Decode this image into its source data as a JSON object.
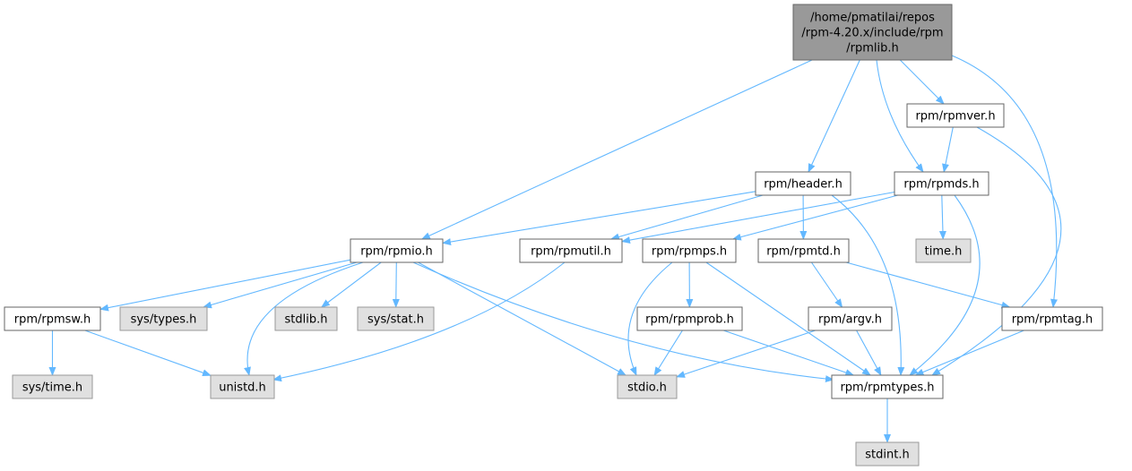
{
  "colors": {
    "edge": "#63b8ff",
    "node_border": "#666666",
    "node_fill": "#ffffff",
    "root_fill": "#999999",
    "system_fill": "#e0e0e0",
    "system_border": "#999999",
    "text": "#000000"
  },
  "nodes": [
    {
      "id": "rpmlib",
      "kind": "root",
      "lines": [
        "/home/pmatilai/repos",
        "/rpm-4.20.x/include/rpm",
        "/rpmlib.h"
      ]
    },
    {
      "id": "rpmver",
      "kind": "file",
      "lines": [
        "rpm/rpmver.h"
      ]
    },
    {
      "id": "header",
      "kind": "file",
      "lines": [
        "rpm/header.h"
      ]
    },
    {
      "id": "rpmds",
      "kind": "file",
      "lines": [
        "rpm/rpmds.h"
      ]
    },
    {
      "id": "time_h",
      "kind": "system",
      "lines": [
        "time.h"
      ]
    },
    {
      "id": "rpmio",
      "kind": "file",
      "lines": [
        "rpm/rpmio.h"
      ]
    },
    {
      "id": "rpmutil",
      "kind": "file",
      "lines": [
        "rpm/rpmutil.h"
      ]
    },
    {
      "id": "rpmps",
      "kind": "file",
      "lines": [
        "rpm/rpmps.h"
      ]
    },
    {
      "id": "rpmtd",
      "kind": "file",
      "lines": [
        "rpm/rpmtd.h"
      ]
    },
    {
      "id": "rpmsw",
      "kind": "file",
      "lines": [
        "rpm/rpmsw.h"
      ]
    },
    {
      "id": "systypes",
      "kind": "system",
      "lines": [
        "sys/types.h"
      ]
    },
    {
      "id": "stdlib",
      "kind": "system",
      "lines": [
        "stdlib.h"
      ]
    },
    {
      "id": "sysstat",
      "kind": "system",
      "lines": [
        "sys/stat.h"
      ]
    },
    {
      "id": "rpmprob",
      "kind": "file",
      "lines": [
        "rpm/rpmprob.h"
      ]
    },
    {
      "id": "argv",
      "kind": "file",
      "lines": [
        "rpm/argv.h"
      ]
    },
    {
      "id": "rpmtag",
      "kind": "file",
      "lines": [
        "rpm/rpmtag.h"
      ]
    },
    {
      "id": "systime",
      "kind": "system",
      "lines": [
        "sys/time.h"
      ]
    },
    {
      "id": "unistd",
      "kind": "system",
      "lines": [
        "unistd.h"
      ]
    },
    {
      "id": "stdio",
      "kind": "system",
      "lines": [
        "stdio.h"
      ]
    },
    {
      "id": "rpmtypes",
      "kind": "file",
      "lines": [
        "rpm/rpmtypes.h"
      ]
    },
    {
      "id": "stdint",
      "kind": "system",
      "lines": [
        "stdint.h"
      ]
    }
  ],
  "edges": [
    [
      "rpmlib",
      "rpmio"
    ],
    [
      "rpmlib",
      "header"
    ],
    [
      "rpmlib",
      "rpmds"
    ],
    [
      "rpmlib",
      "rpmver"
    ],
    [
      "rpmlib",
      "rpmtag"
    ],
    [
      "rpmver",
      "rpmds"
    ],
    [
      "rpmver",
      "rpmtypes"
    ],
    [
      "header",
      "rpmio"
    ],
    [
      "header",
      "rpmutil"
    ],
    [
      "header",
      "rpmtd"
    ],
    [
      "header",
      "rpmtypes"
    ],
    [
      "rpmds",
      "rpmutil"
    ],
    [
      "rpmds",
      "rpmps"
    ],
    [
      "rpmds",
      "time_h"
    ],
    [
      "rpmds",
      "rpmtypes"
    ],
    [
      "rpmio",
      "rpmsw"
    ],
    [
      "rpmio",
      "systypes"
    ],
    [
      "rpmio",
      "stdlib"
    ],
    [
      "rpmio",
      "sysstat"
    ],
    [
      "rpmio",
      "unistd"
    ],
    [
      "rpmio",
      "stdio"
    ],
    [
      "rpmio",
      "rpmtypes"
    ],
    [
      "rpmutil",
      "unistd"
    ],
    [
      "rpmps",
      "stdio"
    ],
    [
      "rpmps",
      "rpmprob"
    ],
    [
      "rpmps",
      "rpmtypes"
    ],
    [
      "rpmtd",
      "argv"
    ],
    [
      "rpmtd",
      "rpmtag"
    ],
    [
      "rpmsw",
      "systime"
    ],
    [
      "rpmsw",
      "unistd"
    ],
    [
      "rpmprob",
      "stdio"
    ],
    [
      "rpmprob",
      "rpmtypes"
    ],
    [
      "argv",
      "stdio"
    ],
    [
      "argv",
      "rpmtypes"
    ],
    [
      "rpmtag",
      "rpmtypes"
    ],
    [
      "rpmtypes",
      "stdint"
    ]
  ]
}
